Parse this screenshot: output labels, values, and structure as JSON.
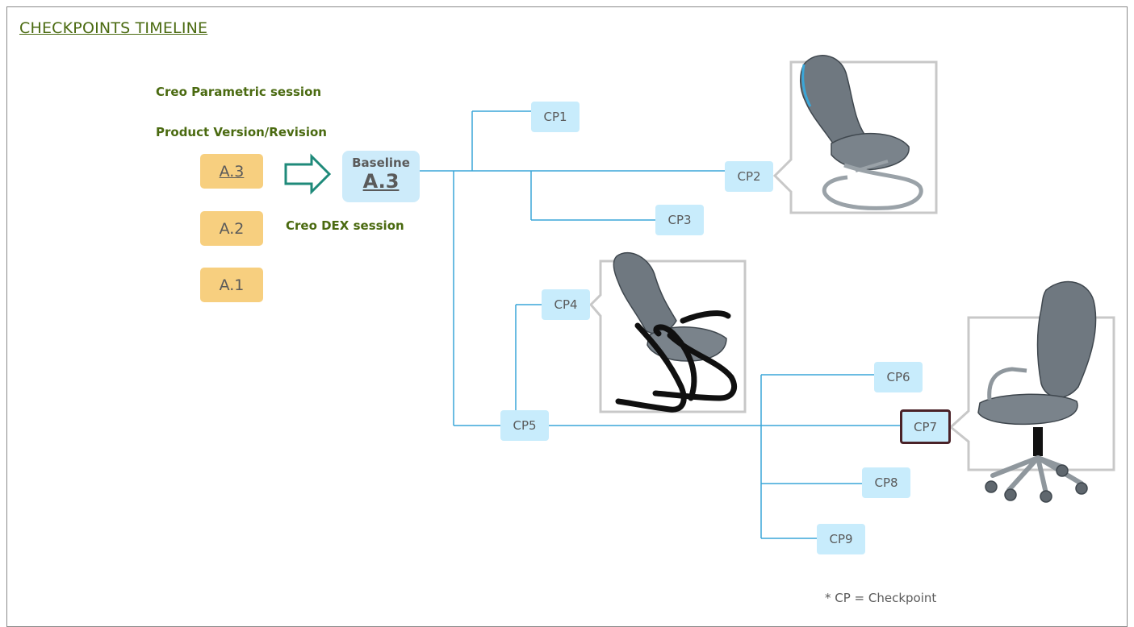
{
  "title": "CHECKPOINTS TIMELINE",
  "labels": {
    "parametric_session": "Creo Parametric session",
    "product_version": "Product Version/Revision",
    "dex_session": "Creo DEX session"
  },
  "versions": [
    "A.3",
    "A.2",
    "A.1"
  ],
  "baseline": {
    "label": "Baseline",
    "version": "A.3"
  },
  "checkpoints": [
    "CP1",
    "CP2",
    "CP3",
    "CP4",
    "CP5",
    "CP6",
    "CP7",
    "CP8",
    "CP9"
  ],
  "selected_checkpoint": "CP7",
  "footnote": "* CP = Checkpoint",
  "colors": {
    "title_green": "#4a6a10",
    "version_orange": "#f7cf7f",
    "checkpoint_blue": "#c8ecfc",
    "line_blue": "#3aa6d8",
    "arrow_teal": "#1f8a7a",
    "selected_border": "#4a2228"
  }
}
